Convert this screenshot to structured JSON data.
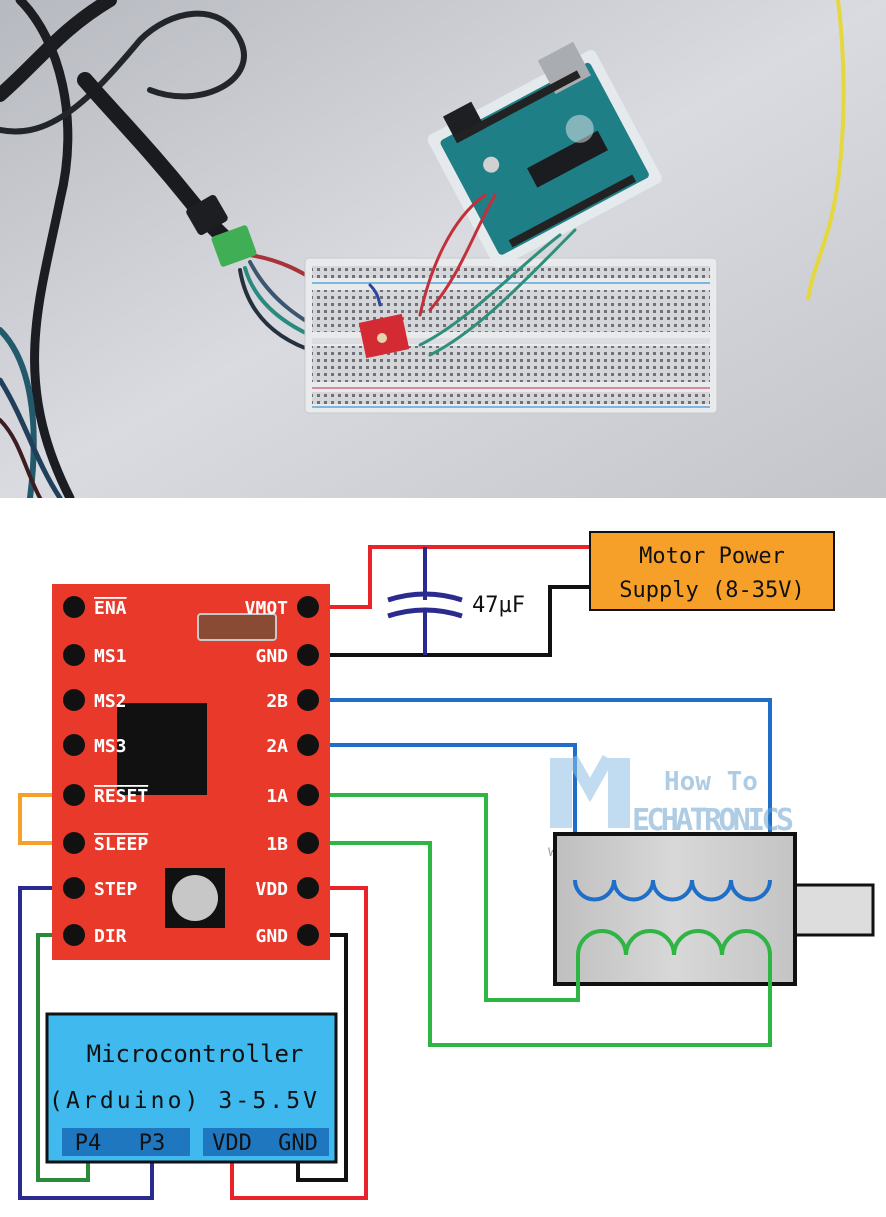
{
  "photo": {
    "description_visible": false
  },
  "driver": {
    "left_pins": [
      {
        "id": "ena",
        "label": "ENA",
        "overline": true
      },
      {
        "id": "ms1",
        "label": "MS1",
        "overline": false
      },
      {
        "id": "ms2",
        "label": "MS2",
        "overline": false
      },
      {
        "id": "ms3",
        "label": "MS3",
        "overline": false
      },
      {
        "id": "reset",
        "label": "RESET",
        "overline": true
      },
      {
        "id": "sleep",
        "label": "SLEEP",
        "overline": true
      },
      {
        "id": "step",
        "label": "STEP",
        "overline": false
      },
      {
        "id": "dir",
        "label": "DIR",
        "overline": false
      }
    ],
    "right_pins": [
      {
        "id": "vmot",
        "label": "VMOT"
      },
      {
        "id": "gnd1",
        "label": "GND"
      },
      {
        "id": "2b",
        "label": "2B"
      },
      {
        "id": "2a",
        "label": "2A"
      },
      {
        "id": "1a",
        "label": "1A"
      },
      {
        "id": "1b",
        "label": "1B"
      },
      {
        "id": "vdd",
        "label": "VDD"
      },
      {
        "id": "gnd2",
        "label": "GND"
      }
    ]
  },
  "power_supply": {
    "line1": "Motor Power",
    "line2": "Supply (8-35V)"
  },
  "capacitor": {
    "label": "47µF"
  },
  "microcontroller": {
    "line1": "Microcontroller",
    "line2": "(Arduino) 3-5.5V",
    "pins": [
      "P4",
      "P3",
      "VDD",
      "GND"
    ]
  },
  "watermark": {
    "line1": "How To",
    "line2": "ECHATRONICS",
    "url": "www.HowToMechatronics.com"
  },
  "colors": {
    "board_red": "#e8392a",
    "supply_orange": "#f7a029",
    "mcu_blue": "#3fb9ee",
    "wire_red": "#e8242a",
    "wire_blue": "#1f6fc9",
    "wire_green": "#2fb544",
    "wire_navy": "#2b2a8f",
    "wire_orange": "#f7a029",
    "capacitor_navy": "#2b2a8f"
  }
}
